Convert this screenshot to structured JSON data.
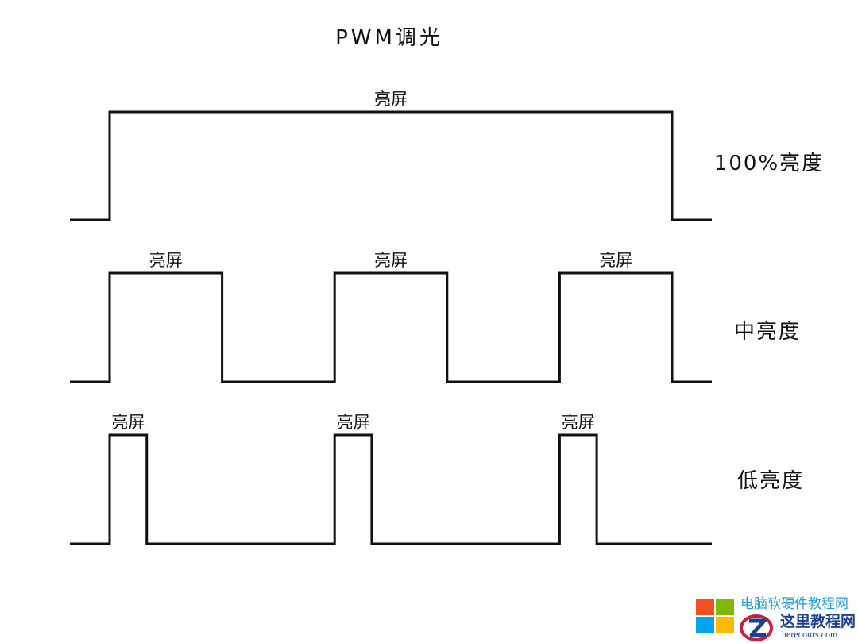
{
  "title": "PWM调光",
  "on_label": "亮屏",
  "rows": [
    {
      "level_label": "100%亮度",
      "on_intervals": [
        [
          0.0,
          1.0
        ]
      ]
    },
    {
      "level_label": "中亮度",
      "on_intervals": [
        [
          0.0,
          0.2
        ],
        [
          0.4,
          0.6
        ],
        [
          0.8,
          1.0
        ]
      ]
    },
    {
      "level_label": "低亮度",
      "on_intervals": [
        [
          0.0,
          0.066
        ],
        [
          0.4,
          0.466
        ],
        [
          0.8,
          0.866
        ]
      ]
    }
  ],
  "watermark": {
    "site_text": "电脑软硬件教程网",
    "brand": "这里教程网",
    "domain": "herecours.com",
    "colors": [
      "#f25022",
      "#7fba00",
      "#00a4ef",
      "#ffb900"
    ]
  }
}
